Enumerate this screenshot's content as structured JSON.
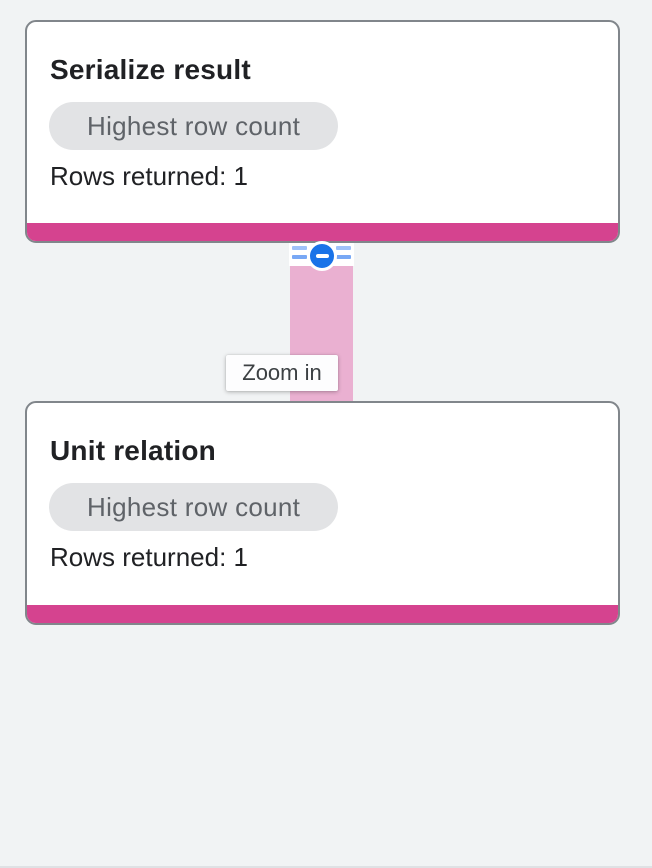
{
  "graph": {
    "tooltip": "Zoom in",
    "nodes": [
      {
        "title": "Serialize result",
        "badge": "Highest row count",
        "rows_text": "Rows returned: 1"
      },
      {
        "title": "Unit relation",
        "badge": "Highest row count",
        "rows_text": "Rows returned: 1"
      }
    ],
    "edge": {
      "collapse_icon": "minus-icon"
    }
  },
  "colors": {
    "background": "#f1f3f4",
    "accent_pink": "#d5438f",
    "edge_pink": "#eab0d1",
    "collapse_blue": "#1a73e8",
    "line_blue_top": "#9fc2f9",
    "line_blue_bottom": "#78a8f5",
    "badge_bg": "#e2e3e5",
    "badge_text": "#5f6368",
    "text_dark": "#202124",
    "card_border": "#81868b",
    "tooltip_bg": "#fdfdfe",
    "tooltip_text": "#3c4043"
  }
}
